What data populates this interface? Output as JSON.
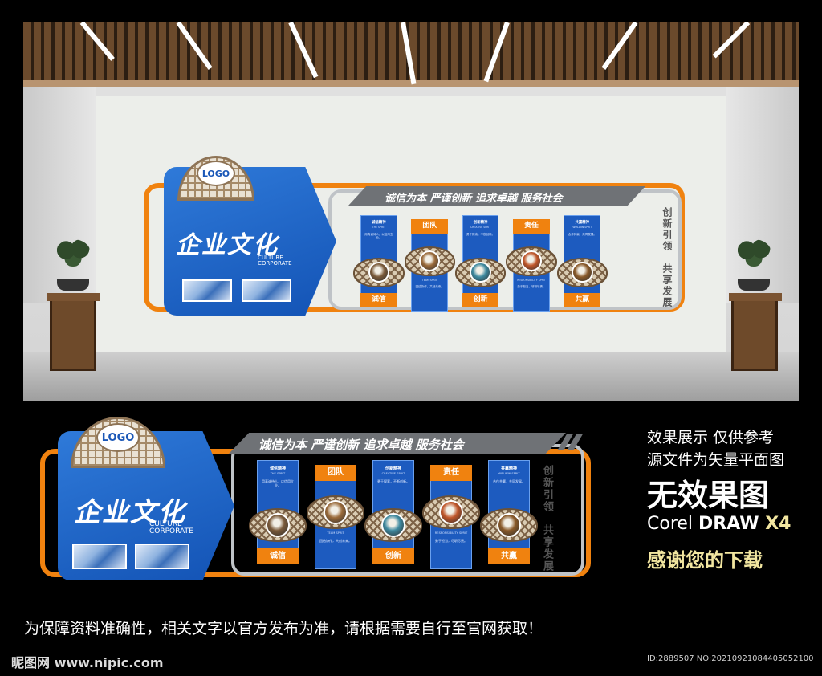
{
  "wall": {
    "logo": "LOGO",
    "title_zh": "企业文化",
    "title_en_line1": "CULTURE",
    "title_en_line2": "CORPORATE",
    "slogan": "诚信为本  严谨创新  追求卓越  服务社会",
    "side_text_1": "创新引领",
    "side_text_2": "共享发展",
    "cards": [
      {
        "title": "诚信精神",
        "sub": "THE SPRIT",
        "body": "用真诚待人，以信用立业。",
        "tag": "诚信",
        "tag_pos": "bottom",
        "img": "#7a5a3a"
      },
      {
        "title": "团队精神",
        "sub": "TEAM SPRIT",
        "body": "团结协作，共创未来。",
        "tag": "团队",
        "tag_pos": "top",
        "img": "#9a6a3a"
      },
      {
        "title": "创新精神",
        "sub": "CREATIVE SPRIT",
        "body": "勇于探索，不断创新。",
        "tag": "创新",
        "tag_pos": "bottom",
        "img": "#3f8aa0"
      },
      {
        "title": "责任精神",
        "sub": "RESPONSIBILITY SPRIT",
        "body": "勇于担当，尽职尽责。",
        "tag": "责任",
        "tag_pos": "top",
        "img": "#c0562a"
      },
      {
        "title": "共赢精神",
        "sub": "WIN-WIN SPRIT",
        "body": "合作共赢，共同发展。",
        "tag": "共赢",
        "tag_pos": "bottom",
        "img": "#8a5a2a"
      }
    ]
  },
  "captions": {
    "line1": "效果展示    仅供参考",
    "line2": "源文件为矢量平面图",
    "line3": "无效果图",
    "corel_prefix": "Corel ",
    "corel_draw": "DRAW",
    "corel_ver": " X4",
    "thanks": "感谢您的下载"
  },
  "footer": {
    "notice": "为保障资料准确性，相关文字以官方发布为准，请根据需要自行至官网获取！",
    "brand": "昵图网 www.nipic.com",
    "id": "ID:2889507 NO:20210921084405052100"
  },
  "colors": {
    "blue": "#1a5fc4",
    "orange": "#f0820f",
    "grey": "#6f7276",
    "caption_yellow": "#f2e6a0"
  }
}
